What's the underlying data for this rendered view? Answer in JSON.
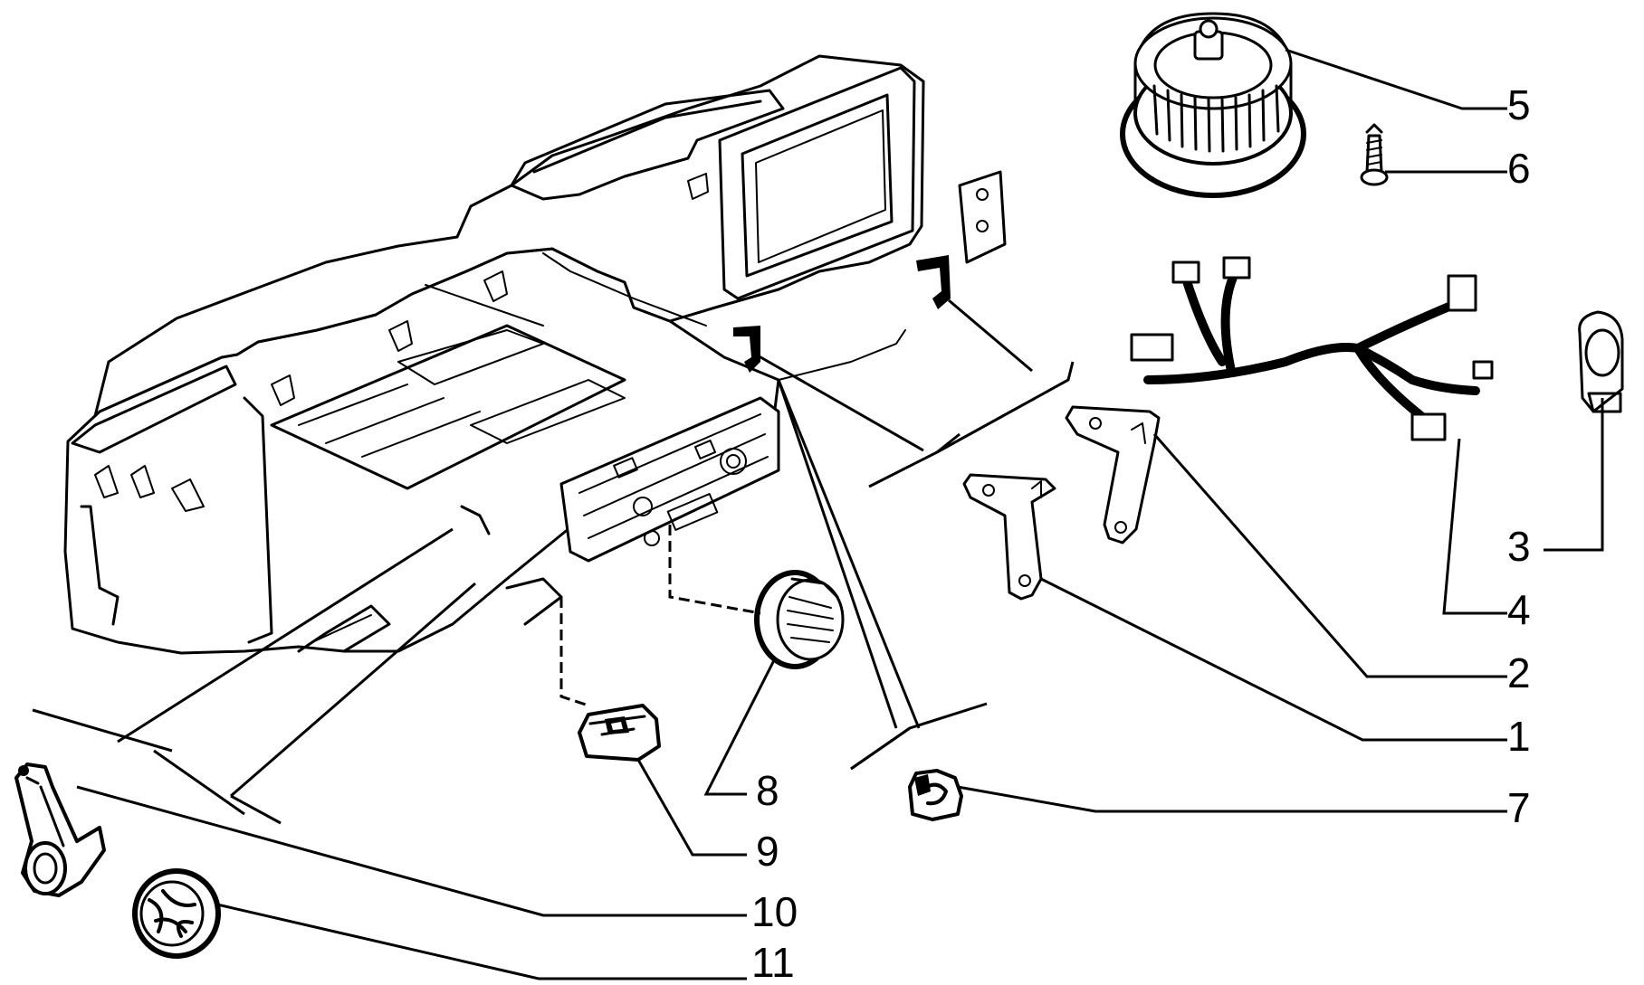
{
  "diagram": {
    "line_color": "#000000",
    "background": "#ffffff",
    "callouts": [
      {
        "id": "1",
        "label": "1"
      },
      {
        "id": "2",
        "label": "2"
      },
      {
        "id": "3",
        "label": "3"
      },
      {
        "id": "4",
        "label": "4"
      },
      {
        "id": "5",
        "label": "5"
      },
      {
        "id": "6",
        "label": "6"
      },
      {
        "id": "7",
        "label": "7"
      },
      {
        "id": "8",
        "label": "8"
      },
      {
        "id": "9",
        "label": "9"
      },
      {
        "id": "10",
        "label": "10"
      },
      {
        "id": "11",
        "label": "11"
      }
    ]
  }
}
